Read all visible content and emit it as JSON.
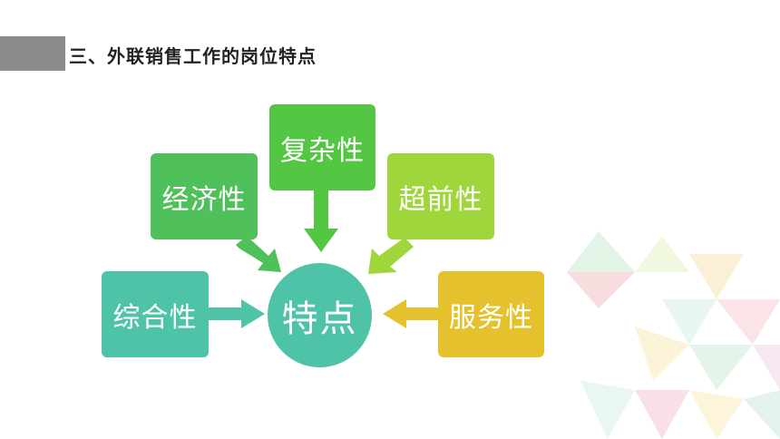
{
  "header": {
    "title": "三、外联销售工作的岗位特点"
  },
  "diagram": {
    "center": {
      "label": "特点",
      "color": "#4ec3a7"
    },
    "nodes": [
      {
        "id": "fuza",
        "label": "复杂性",
        "color": "#53c644"
      },
      {
        "id": "jingji",
        "label": "经济性",
        "color": "#4fc05a"
      },
      {
        "id": "chaoqian",
        "label": "超前性",
        "color": "#9ed63c"
      },
      {
        "id": "zonghe",
        "label": "综合性",
        "color": "#4ec3a7"
      },
      {
        "id": "fuwu",
        "label": "服务性",
        "color": "#e5c22d"
      }
    ]
  },
  "colors": {
    "header_block": "#8c8c8c",
    "title_text": "#222222"
  }
}
